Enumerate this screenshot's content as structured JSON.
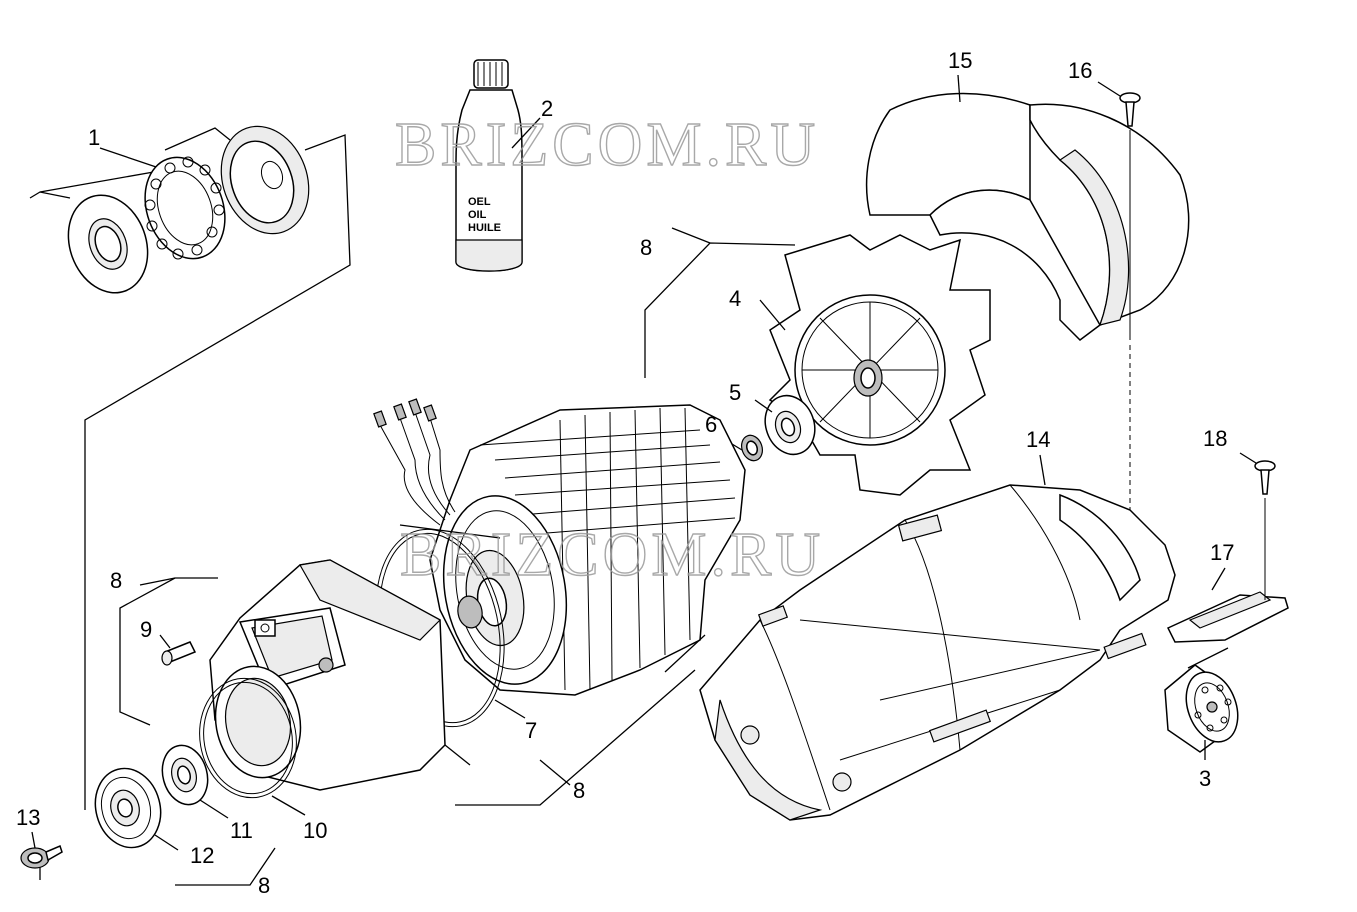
{
  "labels": {
    "p1": "1",
    "p2": "2",
    "p3": "3",
    "p4": "4",
    "p5": "5",
    "p6": "6",
    "p7": "7",
    "p8a": "8",
    "p8b": "8",
    "p8c": "8",
    "p8d": "8",
    "p9": "9",
    "p10": "10",
    "p11": "11",
    "p12": "12",
    "p13": "13",
    "p14": "14",
    "p15": "15",
    "p16": "16",
    "p17": "17",
    "p18": "18"
  },
  "bottle": {
    "line1": "OEL",
    "line2": "OIL",
    "line3": "HUILE"
  },
  "watermark": {
    "top": "BRIZCOM.RU",
    "middle": "BRIZCOM.RU"
  }
}
